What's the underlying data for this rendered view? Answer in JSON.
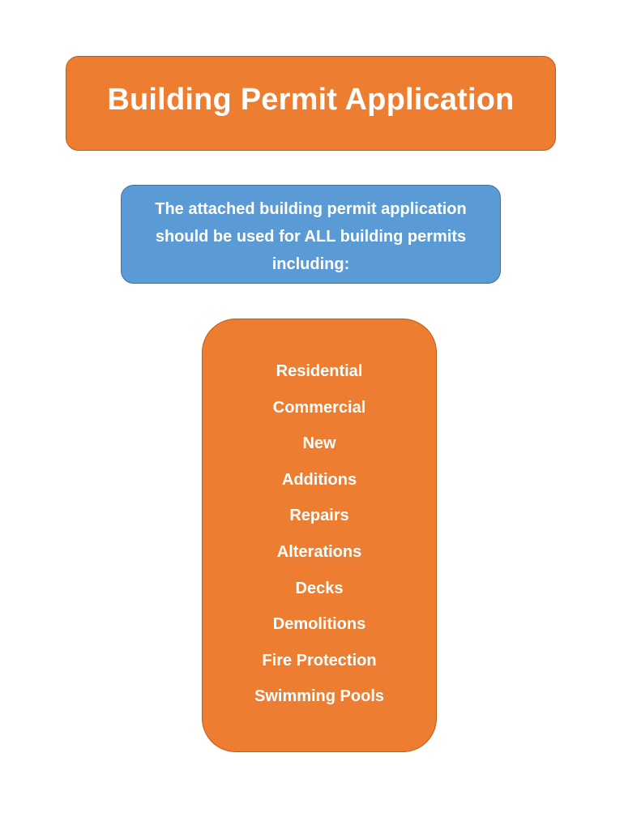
{
  "title": "Building Permit Application",
  "intro": "The attached building permit application should be used for ALL building permits including:",
  "permit_types": [
    "Residential",
    "Commercial",
    "New",
    "Additions",
    "Repairs",
    "Alterations",
    "Decks",
    "Demolitions",
    "Fire Protection",
    "Swimming Pools"
  ],
  "colors": {
    "orange": "#ED7D31",
    "blue": "#5B9BD5"
  }
}
